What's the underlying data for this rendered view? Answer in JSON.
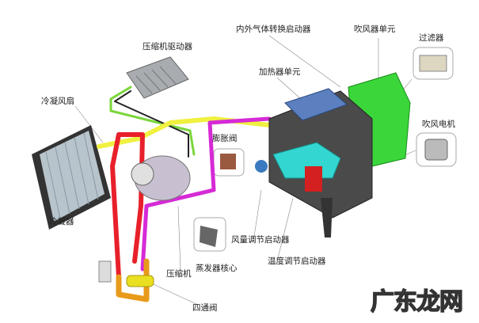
{
  "labels": {
    "inner_outer_air_actuator": "内外气体转换启动器",
    "blower_unit": "吹风器单元",
    "filter": "过滤器",
    "compressor_driver": "压缩机驱动器",
    "heater_unit": "加热器单元",
    "condenser_fan": "冷凝风扇",
    "blower_motor": "吹风电机",
    "expansion_valve": "膨胀阀",
    "condenser": "冷凝器",
    "airflow_actuator": "风量调节启动器",
    "temperature_actuator": "温度调节启动器",
    "evaporator_core": "蒸发器核心",
    "compressor": "压缩机",
    "four_way_valve": "四通阀"
  },
  "watermark": "广东龙网",
  "colors": {
    "pipe_red": "#e8202a",
    "pipe_magenta": "#d62ad6",
    "pipe_yellow": "#f0f040",
    "pipe_orange": "#e89a1a",
    "blower_green": "#3ad63a",
    "duct_cyan": "#33d6d0",
    "heater_blue": "#5c7fc0",
    "housing_gray": "#4a4a4a"
  }
}
